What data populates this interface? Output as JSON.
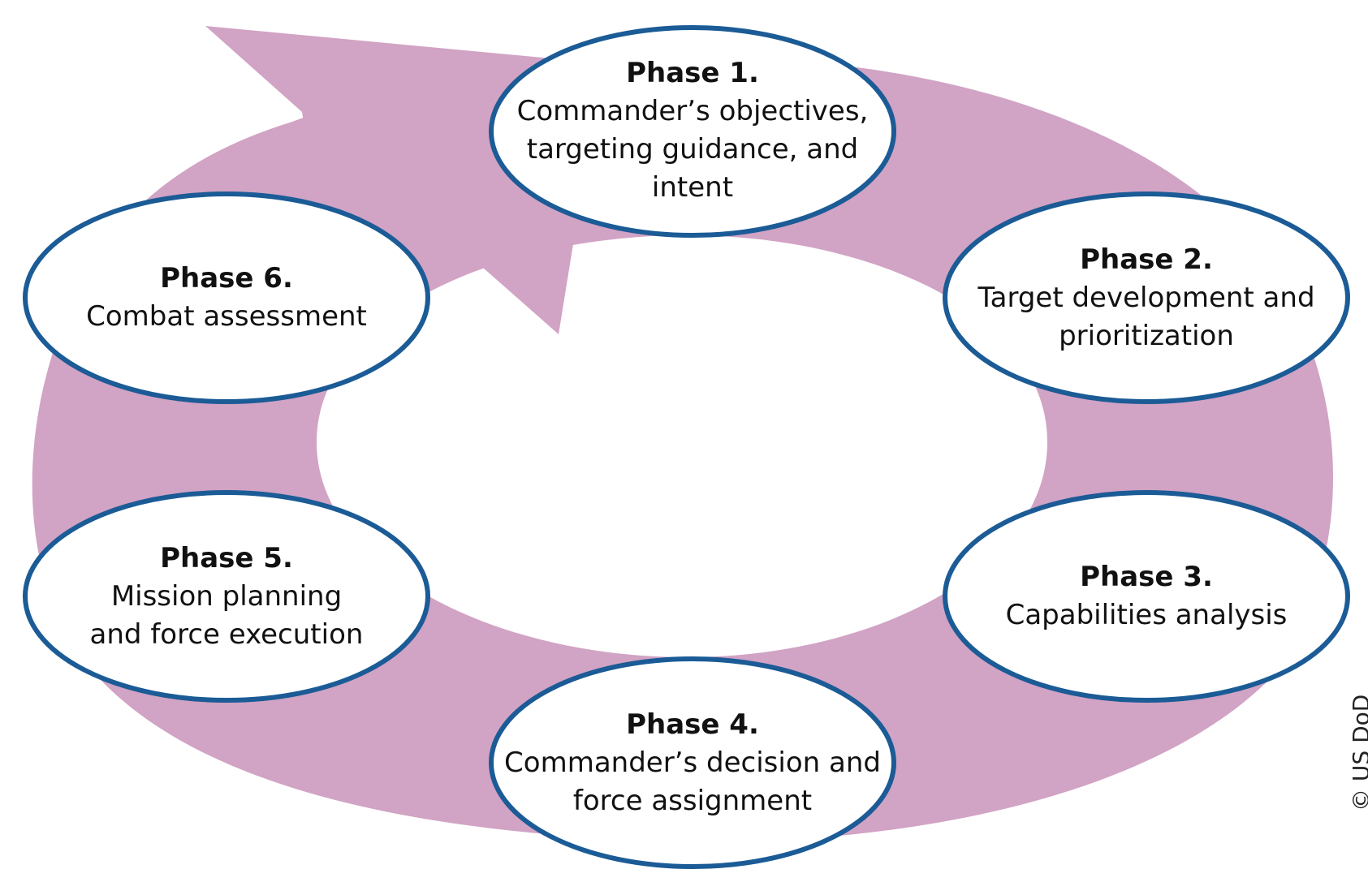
{
  "colors": {
    "arrow": "#d1a3c4",
    "ellipse_stroke": "#1b5b96",
    "ellipse_fill": "#ffffff",
    "text": "#111111"
  },
  "phases": [
    {
      "title": "Phase 1.",
      "description": "Commander’s objectives,\ntargeting guidance, and\nintent"
    },
    {
      "title": "Phase 2.",
      "description": "Target development and\nprioritization"
    },
    {
      "title": "Phase 3.",
      "description": "Capabilities analysis"
    },
    {
      "title": "Phase 4.",
      "description": "Commander’s decision and\nforce assignment"
    },
    {
      "title": "Phase 5.",
      "description": "Mission planning\nand force execution"
    },
    {
      "title": "Phase 6.",
      "description": "Combat assessment"
    }
  ],
  "copyright": "© US DoD"
}
